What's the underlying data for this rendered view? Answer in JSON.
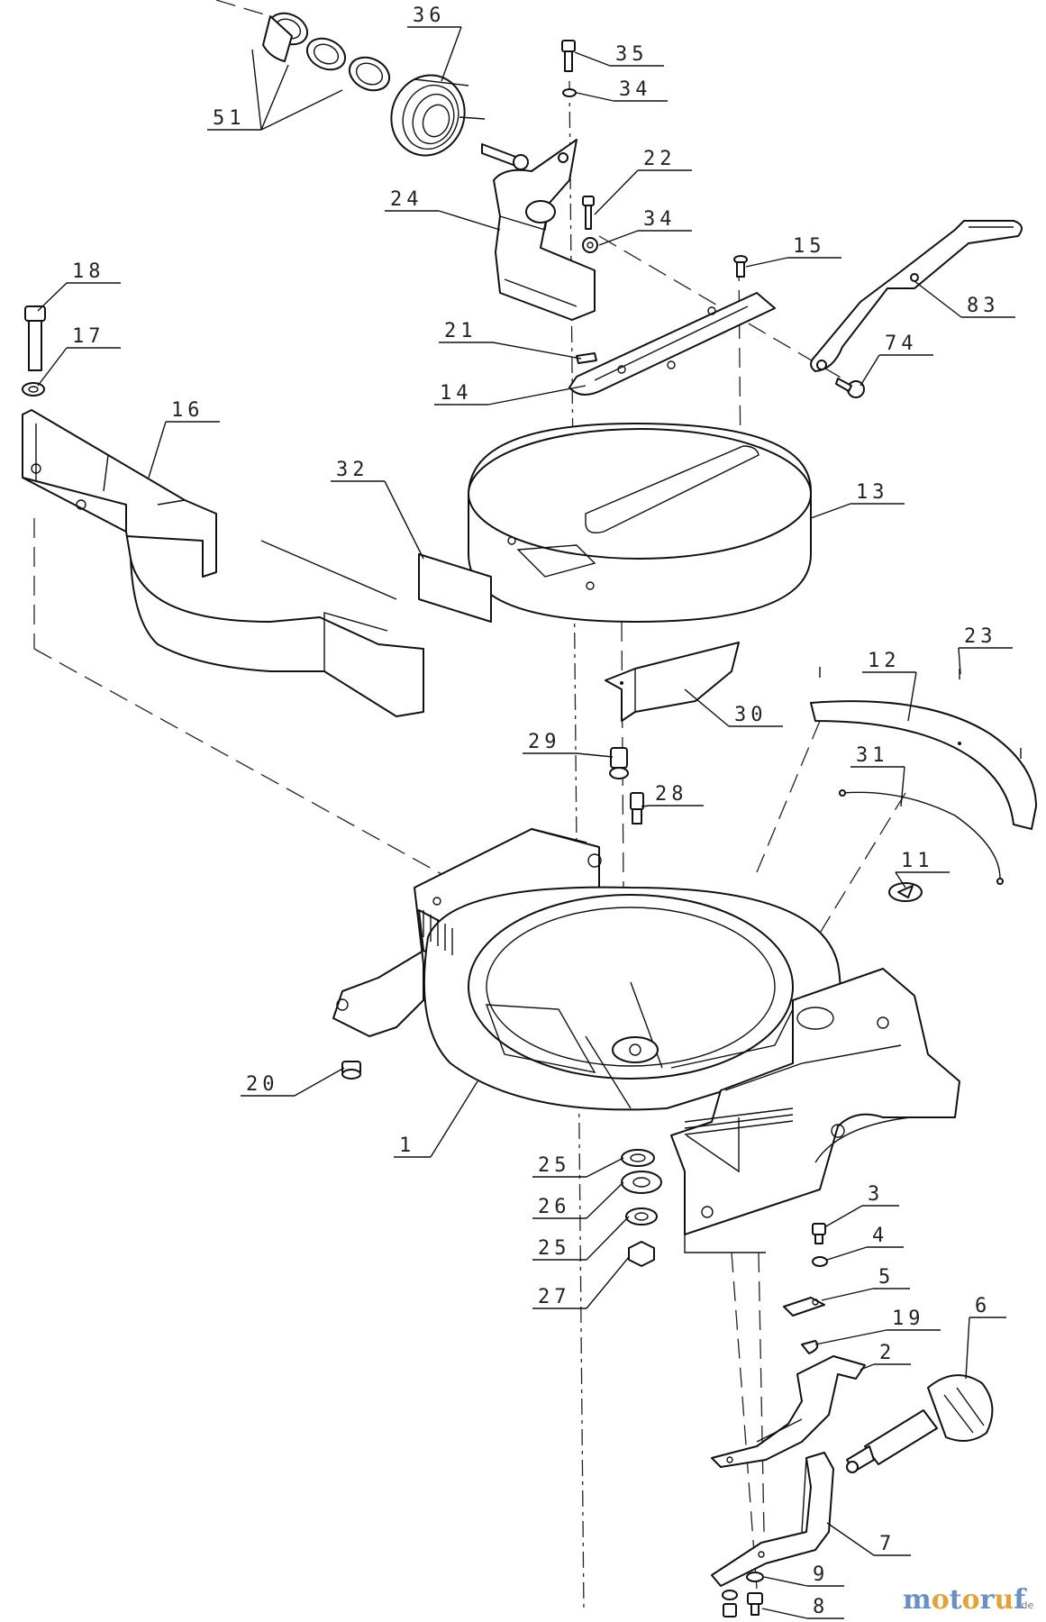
{
  "callouts": [
    {
      "label": "36"
    },
    {
      "label": "35"
    },
    {
      "label": "34"
    },
    {
      "label": "51"
    },
    {
      "label": "22"
    },
    {
      "label": "24"
    },
    {
      "label": "34"
    },
    {
      "label": "15"
    },
    {
      "label": "83"
    },
    {
      "label": "18"
    },
    {
      "label": "17"
    },
    {
      "label": "21"
    },
    {
      "label": "74"
    },
    {
      "label": "14"
    },
    {
      "label": "16"
    },
    {
      "label": "32"
    },
    {
      "label": "13"
    },
    {
      "label": "23"
    },
    {
      "label": "12"
    },
    {
      "label": "30"
    },
    {
      "label": "29"
    },
    {
      "label": "31"
    },
    {
      "label": "28"
    },
    {
      "label": "11"
    },
    {
      "label": "20"
    },
    {
      "label": "1"
    },
    {
      "label": "25"
    },
    {
      "label": "26"
    },
    {
      "label": "25"
    },
    {
      "label": "3"
    },
    {
      "label": "4"
    },
    {
      "label": "27"
    },
    {
      "label": "5"
    },
    {
      "label": "19"
    },
    {
      "label": "6"
    },
    {
      "label": "2"
    },
    {
      "label": "7"
    },
    {
      "label": "9"
    },
    {
      "label": "8"
    }
  ],
  "watermark": {
    "brand_parts": [
      "m",
      "o",
      "t",
      "o",
      "r",
      "u",
      "f"
    ],
    "brand_colors": [
      "#6b8fc2",
      "#e0a43c",
      "#6b8fc2",
      "#e0a43c",
      "#6b8fc2",
      "#e0a43c",
      "#6b8fc2"
    ],
    "suffix": ".de",
    "suffix_color": "#7a7a7a"
  }
}
